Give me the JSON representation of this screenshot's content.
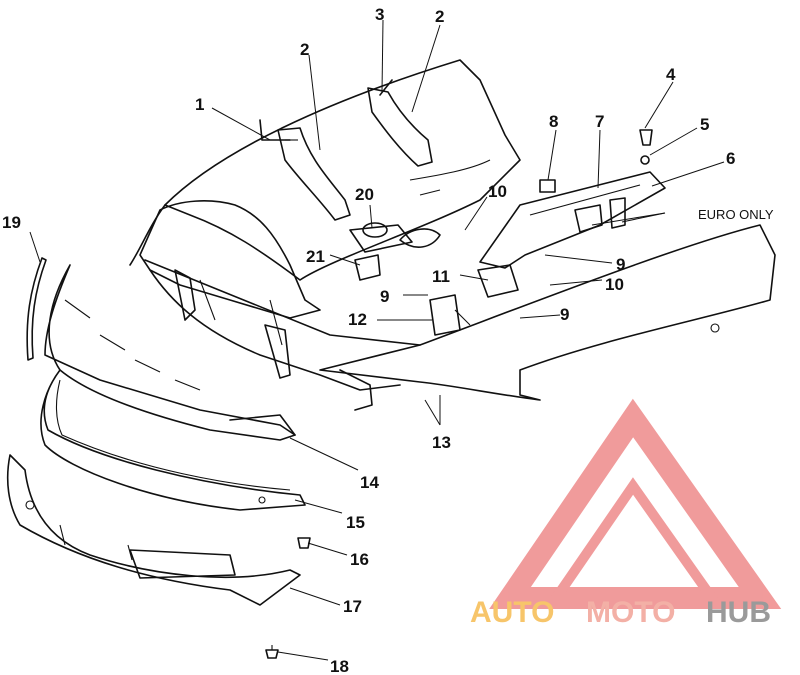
{
  "callouts": {
    "c1": "1",
    "c2a": "2",
    "c2b": "2",
    "c3": "3",
    "c4": "4",
    "c5": "5",
    "c6": "6",
    "c7": "7",
    "c8": "8",
    "c9a": "9",
    "c9b": "9",
    "c9c": "9",
    "c10a": "10",
    "c10b": "10",
    "c11": "11",
    "c12": "12",
    "c13": "13",
    "c14": "14",
    "c15": "15",
    "c16": "16",
    "c17": "17",
    "c18": "18",
    "c19": "19",
    "c20": "20",
    "c21": "21"
  },
  "note": "EURO ONLY",
  "watermark": {
    "auto": "AUTO",
    "moto": "MOTO",
    "hub": "HUB",
    "colors": {
      "logo": "#ee8a8a",
      "auto": "#f7c56a",
      "moto": "#f3b0a6",
      "hub": "#9a9a9a"
    }
  }
}
